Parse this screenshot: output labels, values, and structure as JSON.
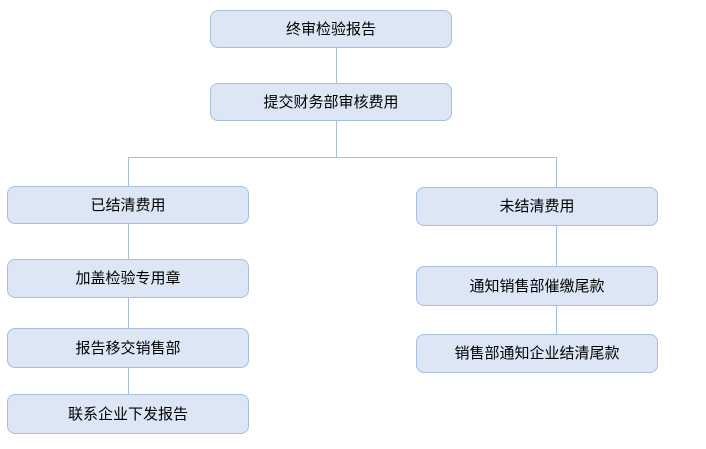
{
  "diagram": {
    "type": "flowchart",
    "nodes": {
      "final_report": {
        "label": "终审检验报告"
      },
      "submit_finance": {
        "label": "提交财务部审核费用"
      },
      "fees_settled": {
        "label": "已结清费用"
      },
      "fees_unsettled": {
        "label": "未结清费用"
      },
      "stamp_seal": {
        "label": "加盖检验专用章"
      },
      "notify_sales_dept": {
        "label": "通知销售部催缴尾款"
      },
      "transfer_to_sales": {
        "label": "报告移交销售部"
      },
      "sales_notify_enterprise": {
        "label": "销售部通知企业结清尾款"
      },
      "contact_enterprise": {
        "label": "联系企业下发报告"
      }
    },
    "edges": [
      {
        "from": "final_report",
        "to": "submit_finance"
      },
      {
        "from": "submit_finance",
        "to": "fees_settled"
      },
      {
        "from": "submit_finance",
        "to": "fees_unsettled"
      },
      {
        "from": "fees_settled",
        "to": "stamp_seal"
      },
      {
        "from": "stamp_seal",
        "to": "transfer_to_sales"
      },
      {
        "from": "transfer_to_sales",
        "to": "contact_enterprise"
      },
      {
        "from": "fees_unsettled",
        "to": "notify_sales_dept"
      },
      {
        "from": "notify_sales_dept",
        "to": "sales_notify_enterprise"
      }
    ],
    "colors": {
      "node_fill": "#dce6f5",
      "node_border": "#a7bedd",
      "connector": "#a7bedd",
      "text": "#000000"
    }
  }
}
